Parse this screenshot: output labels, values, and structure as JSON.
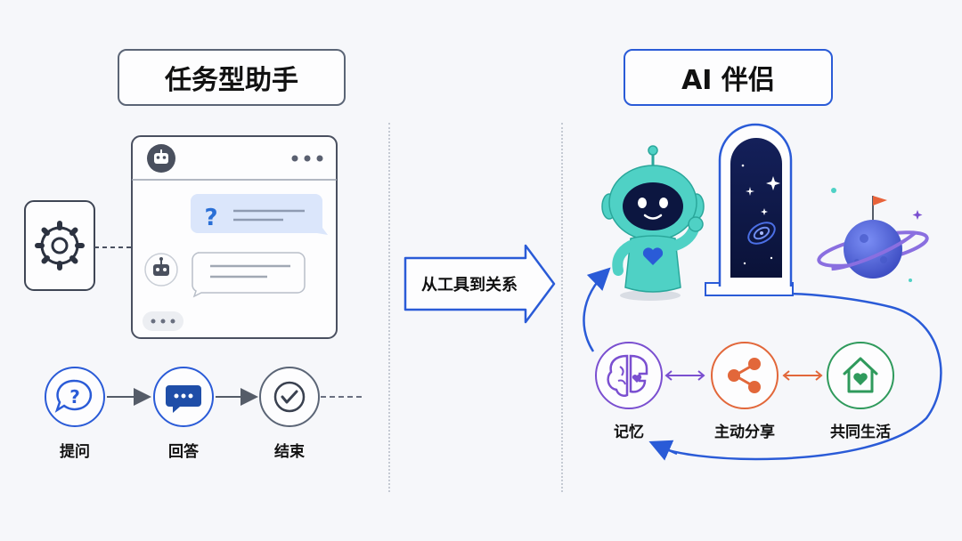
{
  "left": {
    "title": "任务型助手",
    "chat_window": {
      "question_mark": "?",
      "menu_dots": "•••"
    },
    "steps": [
      {
        "label": "提问",
        "icon": "question-bubble-icon"
      },
      {
        "label": "回答",
        "icon": "chat-dots-icon"
      },
      {
        "label": "结束",
        "icon": "check-circle-icon"
      }
    ]
  },
  "transition": {
    "label": "从工具到关系"
  },
  "right": {
    "title": "AI 伴侣",
    "stages": [
      {
        "label": "记忆",
        "icon": "brain-heart-icon",
        "color": "#7a4fd0"
      },
      {
        "label": "主动分享",
        "icon": "share-icon",
        "color": "#e2673a"
      },
      {
        "label": "共同生活",
        "icon": "home-heart-icon",
        "color": "#2f9a5c"
      }
    ]
  },
  "colors": {
    "accent_blue": "#2a5bd7",
    "robot_teal": "#4fd1c5",
    "portal_navy": "#0f1a4a",
    "planet_blue": "#5a72e6"
  }
}
